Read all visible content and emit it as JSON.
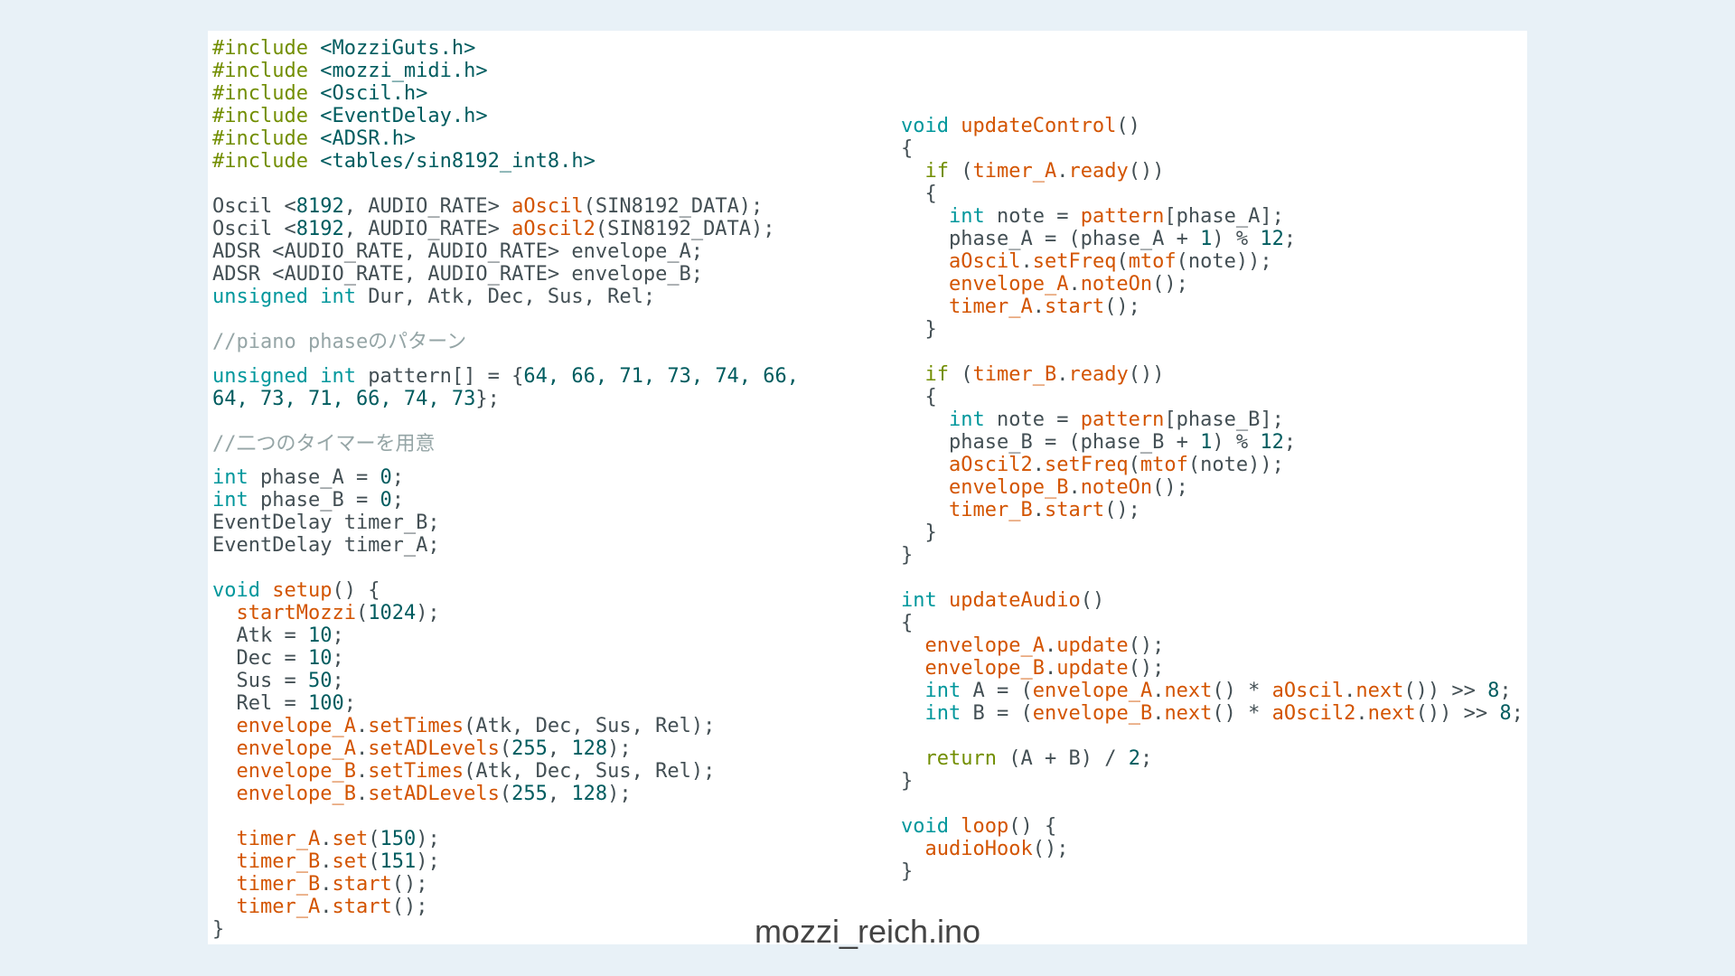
{
  "title": "mozzi_reich.ino",
  "colors": {
    "background": "#e8f1f7",
    "keyword": "#00979c",
    "preprocessor": "#728e00",
    "function": "#d35400",
    "number": "#005c5f",
    "comment": "#95a5a6",
    "text": "#434f54"
  },
  "left_code": [
    [
      [
        "p",
        "#include"
      ],
      [
        "t",
        " "
      ],
      [
        "s",
        "<MozziGuts.h>"
      ]
    ],
    [
      [
        "p",
        "#include"
      ],
      [
        "t",
        " "
      ],
      [
        "s",
        "<mozzi_midi.h>"
      ]
    ],
    [
      [
        "p",
        "#include"
      ],
      [
        "t",
        " "
      ],
      [
        "s",
        "<Oscil.h>"
      ]
    ],
    [
      [
        "p",
        "#include"
      ],
      [
        "t",
        " "
      ],
      [
        "s",
        "<EventDelay.h>"
      ]
    ],
    [
      [
        "p",
        "#include"
      ],
      [
        "t",
        " "
      ],
      [
        "s",
        "<ADSR.h>"
      ]
    ],
    [
      [
        "p",
        "#include"
      ],
      [
        "t",
        " "
      ],
      [
        "s",
        "<tables/sin8192_int8.h>"
      ]
    ],
    [],
    [
      [
        "t",
        "Oscil <"
      ],
      [
        "n",
        "8192"
      ],
      [
        "t",
        ", AUDIO_RATE> "
      ],
      [
        "f",
        "aOscil"
      ],
      [
        "t",
        "(SIN8192_DATA);"
      ]
    ],
    [
      [
        "t",
        "Oscil <"
      ],
      [
        "n",
        "8192"
      ],
      [
        "t",
        ", AUDIO_RATE> "
      ],
      [
        "f",
        "aOscil2"
      ],
      [
        "t",
        "(SIN8192_DATA);"
      ]
    ],
    [
      [
        "t",
        "ADSR <AUDIO_RATE, AUDIO_RATE> envelope_A;"
      ]
    ],
    [
      [
        "t",
        "ADSR <AUDIO_RATE, AUDIO_RATE> envelope_B;"
      ]
    ],
    [
      [
        "k",
        "unsigned int"
      ],
      [
        "t",
        " Dur, Atk, Dec, Sus, Rel;"
      ]
    ],
    [],
    [
      [
        "c",
        "//piano phaseのパターン"
      ]
    ],
    [
      "half"
    ],
    [
      [
        "k",
        "unsigned int"
      ],
      [
        "t",
        " pattern[] = {"
      ],
      [
        "n",
        "64, 66, 71, 73, 74, 66,"
      ]
    ],
    [
      [
        "n",
        "64, 73, 71, 66, 74, 73"
      ],
      [
        "t",
        "};"
      ]
    ],
    [],
    [
      [
        "c",
        "//二つのタイマーを用意"
      ]
    ],
    [
      "half"
    ],
    [
      [
        "k",
        "int"
      ],
      [
        "t",
        " phase_A = "
      ],
      [
        "n",
        "0"
      ],
      [
        "t",
        ";"
      ]
    ],
    [
      [
        "k",
        "int"
      ],
      [
        "t",
        " phase_B = "
      ],
      [
        "n",
        "0"
      ],
      [
        "t",
        ";"
      ]
    ],
    [
      [
        "t",
        "EventDelay timer_B;"
      ]
    ],
    [
      [
        "t",
        "EventDelay timer_A;"
      ]
    ],
    [],
    [
      [
        "k",
        "void"
      ],
      [
        "t",
        " "
      ],
      [
        "f",
        "setup"
      ],
      [
        "t",
        "() {"
      ]
    ],
    [
      [
        "t",
        "  "
      ],
      [
        "f",
        "startMozzi"
      ],
      [
        "t",
        "("
      ],
      [
        "n",
        "1024"
      ],
      [
        "t",
        ");"
      ]
    ],
    [
      [
        "t",
        "  Atk = "
      ],
      [
        "n",
        "10"
      ],
      [
        "t",
        ";"
      ]
    ],
    [
      [
        "t",
        "  Dec = "
      ],
      [
        "n",
        "10"
      ],
      [
        "t",
        ";"
      ]
    ],
    [
      [
        "t",
        "  Sus = "
      ],
      [
        "n",
        "50"
      ],
      [
        "t",
        ";"
      ]
    ],
    [
      [
        "t",
        "  Rel = "
      ],
      [
        "n",
        "100"
      ],
      [
        "t",
        ";"
      ]
    ],
    [
      [
        "t",
        "  "
      ],
      [
        "f",
        "envelope_A"
      ],
      [
        "t",
        "."
      ],
      [
        "f",
        "setTimes"
      ],
      [
        "t",
        "(Atk, Dec, Sus, Rel);"
      ]
    ],
    [
      [
        "t",
        "  "
      ],
      [
        "f",
        "envelope_A"
      ],
      [
        "t",
        "."
      ],
      [
        "f",
        "setADLevels"
      ],
      [
        "t",
        "("
      ],
      [
        "n",
        "255"
      ],
      [
        "t",
        ", "
      ],
      [
        "n",
        "128"
      ],
      [
        "t",
        ");"
      ]
    ],
    [
      [
        "t",
        "  "
      ],
      [
        "f",
        "envelope_B"
      ],
      [
        "t",
        "."
      ],
      [
        "f",
        "setTimes"
      ],
      [
        "t",
        "(Atk, Dec, Sus, Rel);"
      ]
    ],
    [
      [
        "t",
        "  "
      ],
      [
        "f",
        "envelope_B"
      ],
      [
        "t",
        "."
      ],
      [
        "f",
        "setADLevels"
      ],
      [
        "t",
        "("
      ],
      [
        "n",
        "255"
      ],
      [
        "t",
        ", "
      ],
      [
        "n",
        "128"
      ],
      [
        "t",
        ");"
      ]
    ],
    [],
    [
      [
        "t",
        "  "
      ],
      [
        "f",
        "timer_A"
      ],
      [
        "t",
        "."
      ],
      [
        "f",
        "set"
      ],
      [
        "t",
        "("
      ],
      [
        "n",
        "150"
      ],
      [
        "t",
        ");"
      ]
    ],
    [
      [
        "t",
        "  "
      ],
      [
        "f",
        "timer_B"
      ],
      [
        "t",
        "."
      ],
      [
        "f",
        "set"
      ],
      [
        "t",
        "("
      ],
      [
        "n",
        "151"
      ],
      [
        "t",
        ");"
      ]
    ],
    [
      [
        "t",
        "  "
      ],
      [
        "f",
        "timer_B"
      ],
      [
        "t",
        "."
      ],
      [
        "f",
        "start"
      ],
      [
        "t",
        "();"
      ]
    ],
    [
      [
        "t",
        "  "
      ],
      [
        "f",
        "timer_A"
      ],
      [
        "t",
        "."
      ],
      [
        "f",
        "start"
      ],
      [
        "t",
        "();"
      ]
    ],
    [
      [
        "t",
        "}"
      ]
    ]
  ],
  "right_code": [
    [
      [
        "k",
        "void"
      ],
      [
        "t",
        " "
      ],
      [
        "f",
        "updateControl"
      ],
      [
        "t",
        "()"
      ]
    ],
    [
      [
        "t",
        "{"
      ]
    ],
    [
      [
        "t",
        "  "
      ],
      [
        "p",
        "if"
      ],
      [
        "t",
        " ("
      ],
      [
        "f",
        "timer_A"
      ],
      [
        "t",
        "."
      ],
      [
        "f",
        "ready"
      ],
      [
        "t",
        "())"
      ]
    ],
    [
      [
        "t",
        "  {"
      ]
    ],
    [
      [
        "t",
        "    "
      ],
      [
        "k",
        "int"
      ],
      [
        "t",
        " note = "
      ],
      [
        "f",
        "pattern"
      ],
      [
        "t",
        "[phase_A];"
      ]
    ],
    [
      [
        "t",
        "    phase_A = (phase_A + "
      ],
      [
        "n",
        "1"
      ],
      [
        "t",
        ") % "
      ],
      [
        "n",
        "12"
      ],
      [
        "t",
        ";"
      ]
    ],
    [
      [
        "t",
        "    "
      ],
      [
        "f",
        "aOscil"
      ],
      [
        "t",
        "."
      ],
      [
        "f",
        "setFreq"
      ],
      [
        "t",
        "("
      ],
      [
        "f",
        "mtof"
      ],
      [
        "t",
        "(note));"
      ]
    ],
    [
      [
        "t",
        "    "
      ],
      [
        "f",
        "envelope_A"
      ],
      [
        "t",
        "."
      ],
      [
        "f",
        "noteOn"
      ],
      [
        "t",
        "();"
      ]
    ],
    [
      [
        "t",
        "    "
      ],
      [
        "f",
        "timer_A"
      ],
      [
        "t",
        "."
      ],
      [
        "f",
        "start"
      ],
      [
        "t",
        "();"
      ]
    ],
    [
      [
        "t",
        "  }"
      ]
    ],
    [],
    [
      [
        "t",
        "  "
      ],
      [
        "p",
        "if"
      ],
      [
        "t",
        " ("
      ],
      [
        "f",
        "timer_B"
      ],
      [
        "t",
        "."
      ],
      [
        "f",
        "ready"
      ],
      [
        "t",
        "())"
      ]
    ],
    [
      [
        "t",
        "  {"
      ]
    ],
    [
      [
        "t",
        "    "
      ],
      [
        "k",
        "int"
      ],
      [
        "t",
        " note = "
      ],
      [
        "f",
        "pattern"
      ],
      [
        "t",
        "[phase_B];"
      ]
    ],
    [
      [
        "t",
        "    phase_B = (phase_B + "
      ],
      [
        "n",
        "1"
      ],
      [
        "t",
        ") % "
      ],
      [
        "n",
        "12"
      ],
      [
        "t",
        ";"
      ]
    ],
    [
      [
        "t",
        "    "
      ],
      [
        "f",
        "aOscil2"
      ],
      [
        "t",
        "."
      ],
      [
        "f",
        "setFreq"
      ],
      [
        "t",
        "("
      ],
      [
        "f",
        "mtof"
      ],
      [
        "t",
        "(note));"
      ]
    ],
    [
      [
        "t",
        "    "
      ],
      [
        "f",
        "envelope_B"
      ],
      [
        "t",
        "."
      ],
      [
        "f",
        "noteOn"
      ],
      [
        "t",
        "();"
      ]
    ],
    [
      [
        "t",
        "    "
      ],
      [
        "f",
        "timer_B"
      ],
      [
        "t",
        "."
      ],
      [
        "f",
        "start"
      ],
      [
        "t",
        "();"
      ]
    ],
    [
      [
        "t",
        "  }"
      ]
    ],
    [
      [
        "t",
        "}"
      ]
    ],
    [],
    [
      [
        "k",
        "int"
      ],
      [
        "t",
        " "
      ],
      [
        "f",
        "updateAudio"
      ],
      [
        "t",
        "()"
      ]
    ],
    [
      [
        "t",
        "{"
      ]
    ],
    [
      [
        "t",
        "  "
      ],
      [
        "f",
        "envelope_A"
      ],
      [
        "t",
        "."
      ],
      [
        "f",
        "update"
      ],
      [
        "t",
        "();"
      ]
    ],
    [
      [
        "t",
        "  "
      ],
      [
        "f",
        "envelope_B"
      ],
      [
        "t",
        "."
      ],
      [
        "f",
        "update"
      ],
      [
        "t",
        "();"
      ]
    ],
    [
      [
        "t",
        "  "
      ],
      [
        "k",
        "int"
      ],
      [
        "t",
        " A = ("
      ],
      [
        "f",
        "envelope_A"
      ],
      [
        "t",
        "."
      ],
      [
        "f",
        "next"
      ],
      [
        "t",
        "() * "
      ],
      [
        "f",
        "aOscil"
      ],
      [
        "t",
        "."
      ],
      [
        "f",
        "next"
      ],
      [
        "t",
        "()) >> "
      ],
      [
        "n",
        "8"
      ],
      [
        "t",
        ";"
      ]
    ],
    [
      [
        "t",
        "  "
      ],
      [
        "k",
        "int"
      ],
      [
        "t",
        " B = ("
      ],
      [
        "f",
        "envelope_B"
      ],
      [
        "t",
        "."
      ],
      [
        "f",
        "next"
      ],
      [
        "t",
        "() * "
      ],
      [
        "f",
        "aOscil2"
      ],
      [
        "t",
        "."
      ],
      [
        "f",
        "next"
      ],
      [
        "t",
        "()) >> "
      ],
      [
        "n",
        "8"
      ],
      [
        "t",
        ";"
      ]
    ],
    [],
    [
      [
        "t",
        "  "
      ],
      [
        "p",
        "return"
      ],
      [
        "t",
        " (A + B) / "
      ],
      [
        "n",
        "2"
      ],
      [
        "t",
        ";"
      ]
    ],
    [
      [
        "t",
        "}"
      ]
    ],
    [],
    [
      [
        "k",
        "void"
      ],
      [
        "t",
        " "
      ],
      [
        "f",
        "loop"
      ],
      [
        "t",
        "() {"
      ]
    ],
    [
      [
        "t",
        "  "
      ],
      [
        "f",
        "audioHook"
      ],
      [
        "t",
        "();"
      ]
    ],
    [
      [
        "t",
        "}"
      ]
    ]
  ]
}
